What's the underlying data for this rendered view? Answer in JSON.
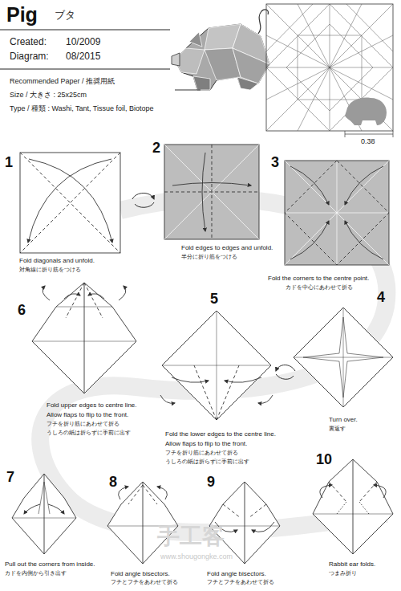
{
  "diagram": {
    "title": "Pig",
    "labels": [
      "ブタ",
      "Created:",
      "10/2009",
      "Diagram:",
      "08/2015",
      "Recommended Paper / 推奨用紙",
      "Size / 大きさ : 25x25cm",
      "Type / 種類 : Washi, Tant, Tissue foil, Biotope",
      "0.38",
      "1",
      "Fold diagonals and unfold.",
      "対角線に折り筋をつける",
      "2",
      "Fold edges to edges and unfold.",
      "半分に折り筋をつける",
      "3",
      "Fold the corners to the centre point.",
      "カドを中心にあわせて折る",
      "4",
      "Turn over.",
      "裏返す",
      "5",
      "Fold the lower edges to the centre line.",
      "Allow flaps to flip to the front.",
      "フチを折り筋にあわせて折る",
      "うしろの紙は折らずに手前に出す",
      "6",
      "Fold upper edges to centre line.",
      "Allow flaps to flip to the front.",
      "フチを折り筋にあわせて折る",
      "うしろの紙は折らずに手前に出す",
      "7",
      "Pull out the corners from inside.",
      "カドを内側から引き出す",
      "8",
      "Fold angle bisectors.",
      "フチとフチをあわせて折る",
      "9",
      "Fold angle bisectors.",
      "フチとフチをあわせて折る",
      "10",
      "Rabbit ear folds.",
      "つまみ折り",
      "手工客",
      "www.shougongke.com"
    ]
  }
}
